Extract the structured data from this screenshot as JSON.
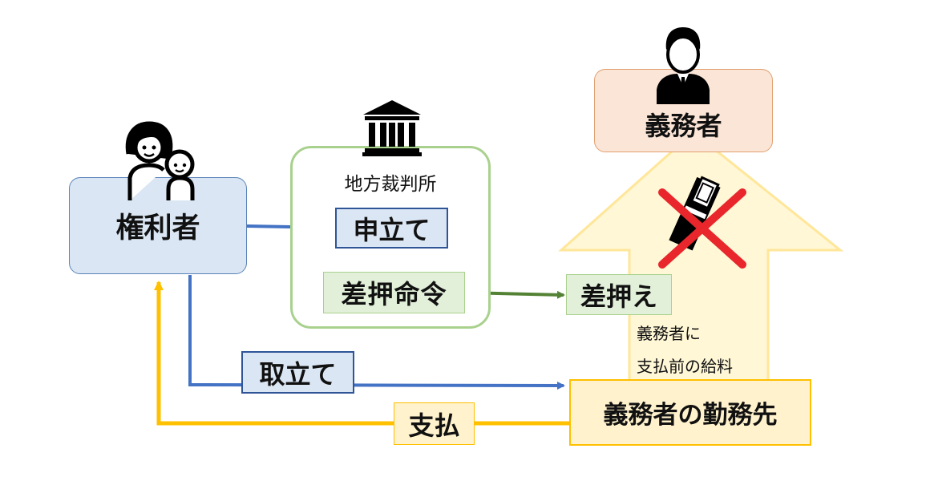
{
  "nodes": {
    "creditor": {
      "label": "権利者"
    },
    "court": {
      "title": "地方裁判所",
      "filing": "申立て",
      "order": "差押命令"
    },
    "seizure": {
      "label": "差押え"
    },
    "debtor": {
      "label": "義務者"
    },
    "employer": {
      "label": "義務者の勤務先"
    },
    "collection": {
      "label": "取立て"
    },
    "payment": {
      "label": "支払"
    },
    "note_line1": "義務者に",
    "note_line2": "支払前の給料"
  },
  "icons": [
    "mother-child-icon",
    "courthouse-icon",
    "businessman-icon",
    "money-icon",
    "cross-mark-icon"
  ],
  "colors": {
    "blue_arrow": "#4472c4",
    "green_arrow": "#548235",
    "gold_arrow": "#ffc000",
    "creditor_fill": "#dae6f3",
    "court_border": "#a9d18e",
    "green_fill": "#e2f0d9",
    "debtor_fill": "#fbe5d6",
    "employer_fill": "#fff2cc",
    "up_arrow_fill": "#fff7d6",
    "cross": "#e8262b"
  }
}
